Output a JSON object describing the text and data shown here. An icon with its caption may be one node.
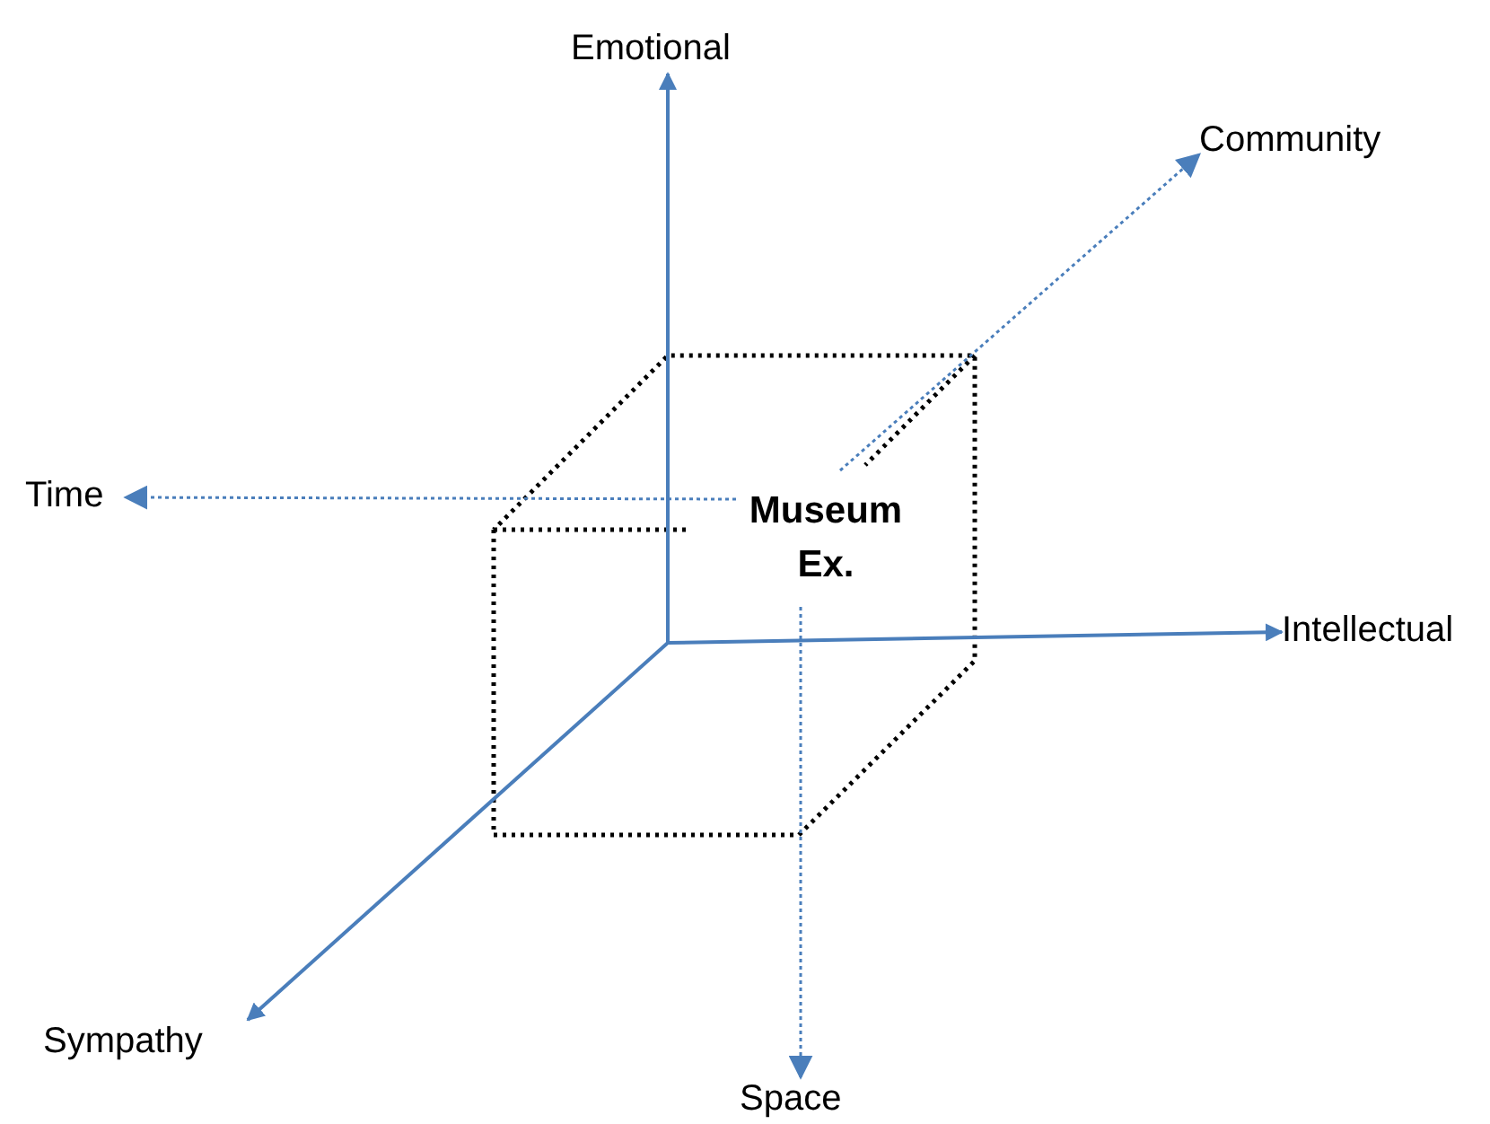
{
  "diagram": {
    "nodes": [
      {
        "text": [
          "Museum Ex."
        ]
      },
      {
        "text": [
          "Emotional"
        ]
      },
      {
        "text": [
          "Community"
        ]
      },
      {
        "text": [
          "Time"
        ]
      },
      {
        "text": [
          "Intellectual"
        ]
      },
      {
        "text": [
          "Sympathy"
        ]
      },
      {
        "text": [
          "Space"
        ]
      }
    ],
    "edges": [
      {
        "from": 0,
        "to": 1,
        "arrow": "to"
      },
      {
        "from": 0,
        "to": 2,
        "arrow": "to",
        "style": "dashed"
      },
      {
        "from": 0,
        "to": 3,
        "arrow": "to",
        "style": "dashed"
      },
      {
        "from": 0,
        "to": 4,
        "arrow": "to"
      },
      {
        "from": 0,
        "to": 5,
        "arrow": "to"
      },
      {
        "from": 0,
        "to": 6,
        "arrow": "to",
        "style": "dashed"
      }
    ]
  }
}
